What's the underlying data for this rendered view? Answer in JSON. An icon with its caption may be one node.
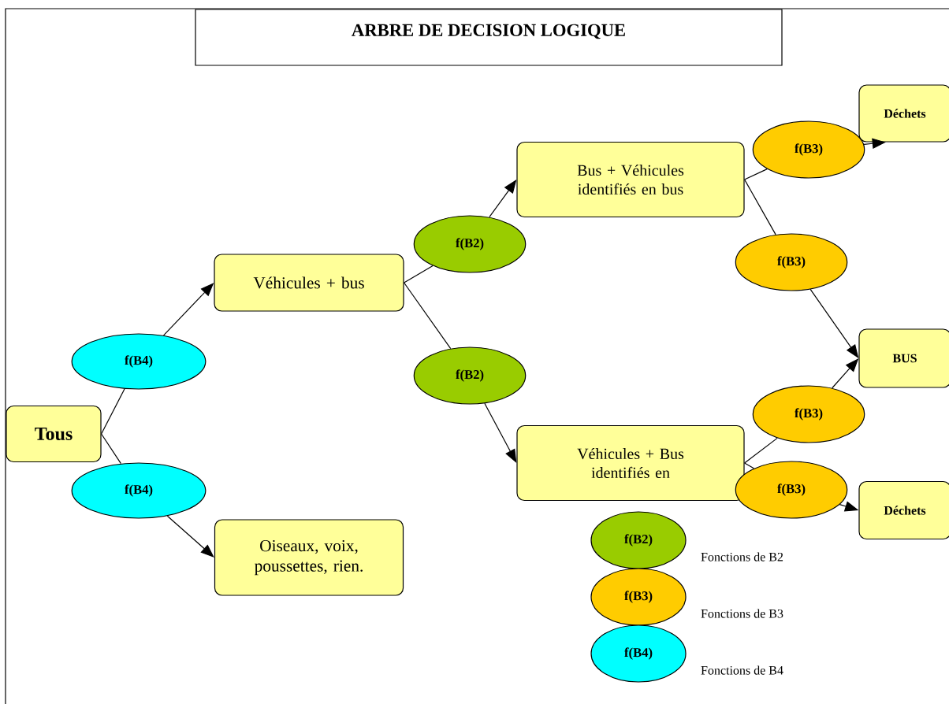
{
  "diagram": {
    "title": "ARBRE DE DECISION LOGIQUE",
    "nodes": [
      {
        "text": [
          "Tous"
        ]
      },
      {
        "text": [
          "f(B4)"
        ]
      },
      {
        "text": [
          "Véhicules + bus"
        ]
      },
      {
        "text": [
          "f(B4)"
        ]
      },
      {
        "text": [
          "Oiseaux, voix, poussettes, rien."
        ]
      },
      {
        "text": [
          "f(B2)"
        ]
      },
      {
        "text": [
          "f(B2)"
        ]
      },
      {
        "text": [
          "Bus + Véhicules identifiés en bus"
        ]
      },
      {
        "text": [
          "Véhicules + Bus identifiés en"
        ]
      },
      {
        "text": [
          "f(B3)"
        ]
      },
      {
        "text": [
          "f(B3)"
        ]
      },
      {
        "text": [
          "f(B3)"
        ]
      },
      {
        "text": [
          "f(B3)"
        ]
      },
      {
        "text": [
          "Déchets"
        ]
      },
      {
        "text": [
          "BUS"
        ]
      },
      {
        "text": [
          "Déchets"
        ]
      }
    ],
    "edges": [
      {
        "from": 0,
        "to": 1,
        "arrow": "none"
      },
      {
        "from": 1,
        "to": 2,
        "arrow": "to"
      },
      {
        "from": 0,
        "to": 3,
        "arrow": "none"
      },
      {
        "from": 3,
        "to": 4,
        "arrow": "to"
      },
      {
        "from": 2,
        "to": 5,
        "arrow": "none"
      },
      {
        "from": 5,
        "to": 7,
        "arrow": "to"
      },
      {
        "from": 2,
        "to": 6,
        "arrow": "none"
      },
      {
        "from": 6,
        "to": 8,
        "arrow": "to"
      },
      {
        "from": 7,
        "to": 9,
        "arrow": "none"
      },
      {
        "from": 9,
        "to": 13,
        "arrow": "to"
      },
      {
        "from": 7,
        "to": 10,
        "arrow": "none"
      },
      {
        "from": 10,
        "to": 14,
        "arrow": "to"
      },
      {
        "from": 8,
        "to": 11,
        "arrow": "none"
      },
      {
        "from": 11,
        "to": 14,
        "arrow": "to"
      },
      {
        "from": 8,
        "to": 12,
        "arrow": "none"
      },
      {
        "from": 12,
        "to": 15,
        "arrow": "to"
      }
    ],
    "labels": [
      "f(B2)",
      "f(B3)",
      "f(B4)"
    ],
    "legend": [
      {
        "text": "Fonctions de B2",
        "color": "#99cc00"
      },
      {
        "text": "Fonctions de B3",
        "color": "#ffcc00"
      },
      {
        "text": "Fonctions de B4",
        "color": "#00ffff"
      }
    ]
  }
}
